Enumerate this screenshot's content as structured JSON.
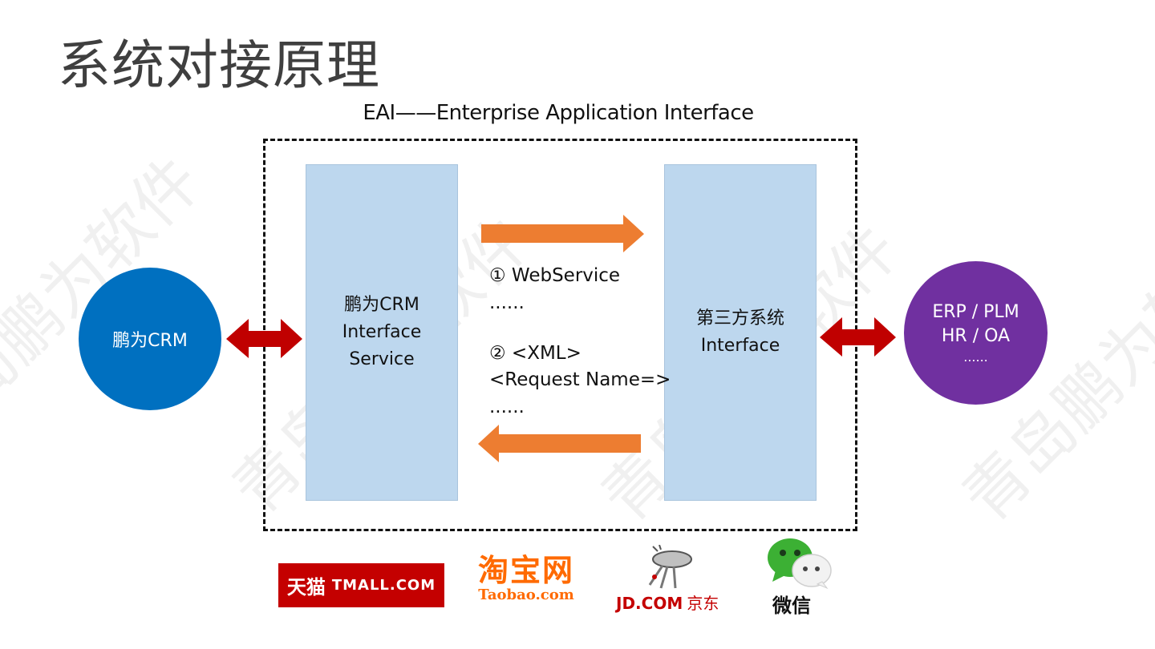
{
  "slide": {
    "title": "系统对接原理",
    "eai_label": "EAI——Enterprise Application Interface"
  },
  "diagram": {
    "crm_node": "鹏为CRM",
    "crm_interface": [
      "鹏为CRM",
      "Interface",
      "Service"
    ],
    "third_party_interface": [
      "第三方系统",
      "Interface"
    ],
    "external_systems": [
      "ERP / PLM",
      "HR / OA",
      "......"
    ],
    "protocol_notes": [
      "① WebService",
      "......",
      "② <XML>",
      "<Request Name=>",
      "......"
    ],
    "colors": {
      "crm_node": "#0070c0",
      "external_node": "#7030a0",
      "panel": "#bdd7ee",
      "flow_arrow": "#ed7d31",
      "link_arrow": "#c00000"
    }
  },
  "logos": {
    "tmall": {
      "cn": "天猫",
      "en": "TMALL.COM"
    },
    "taobao": {
      "cn": "淘宝网",
      "en": "Taobao.com"
    },
    "jd": {
      "en": "JD.COM",
      "cn": "京东"
    },
    "wechat": {
      "cn": "微信"
    }
  },
  "watermark": "青岛鹏为软件"
}
